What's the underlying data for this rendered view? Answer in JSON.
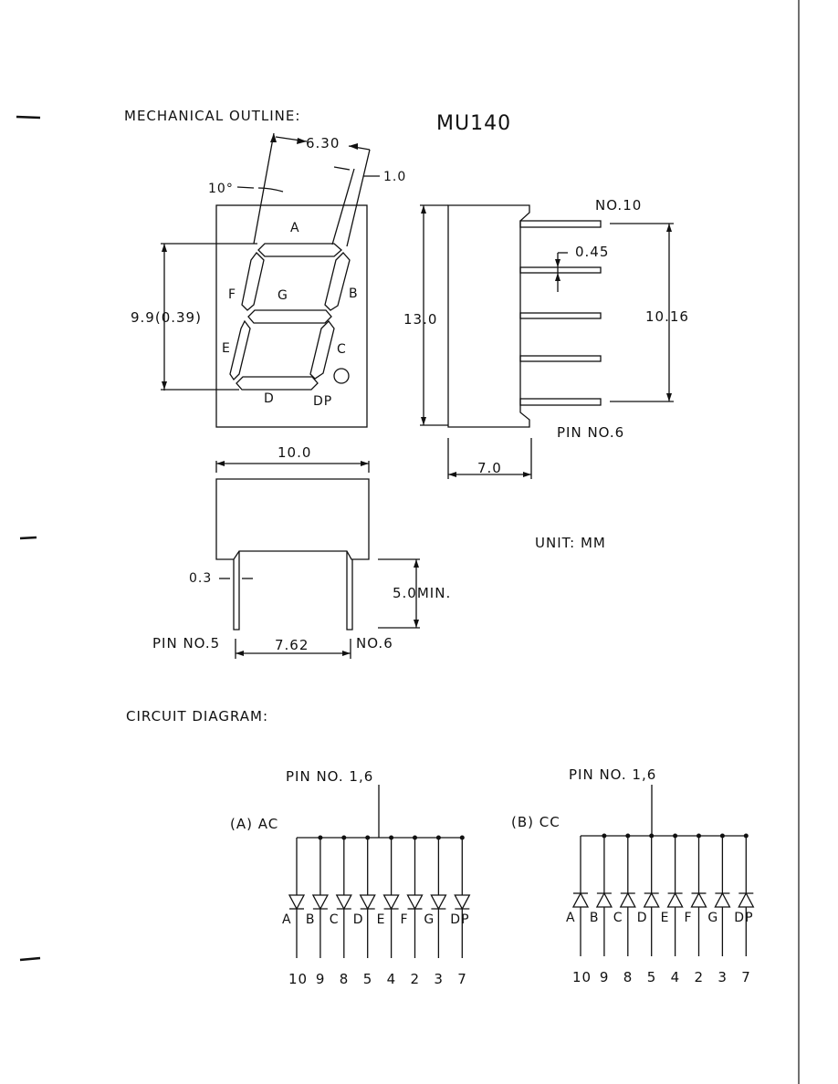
{
  "headings": {
    "mechanical": "MECHANICAL OUTLINE:",
    "model": "MU140",
    "circuit": "CIRCUIT DIAGRAM:",
    "unit": "UNIT: MM"
  },
  "dimensions": {
    "top_width": "6.30",
    "seg_width": "1.0",
    "angle": "10°",
    "char_height": "9.9(0.39)",
    "body_height": "13.0",
    "pin_pitch_span": "10.16",
    "pin_thickness": "0.45",
    "side_depth": "7.0",
    "body_width": "10.0",
    "pin_width": "0.3",
    "pin_length": "5.0MIN.",
    "row_spacing": "7.62"
  },
  "pins": {
    "no10": "NO.10",
    "no6": "PIN NO.6",
    "no5": "PIN NO.5",
    "no6b": "NO.6"
  },
  "segments": [
    "A",
    "B",
    "C",
    "D",
    "E",
    "F",
    "G",
    "DP"
  ],
  "circuits": [
    {
      "title": "(A) AC",
      "common": "PIN NO. 1,6",
      "labels": [
        "A",
        "B",
        "C",
        "D",
        "E",
        "F",
        "G",
        "DP"
      ],
      "pins": [
        "10",
        "9",
        "8",
        "5",
        "4",
        "2",
        "3",
        "7"
      ]
    },
    {
      "title": "(B) CC",
      "common": "PIN NO. 1,6",
      "labels": [
        "A",
        "B",
        "C",
        "D",
        "E",
        "F",
        "G",
        "DP"
      ],
      "pins": [
        "10",
        "9",
        "8",
        "5",
        "4",
        "2",
        "3",
        "7"
      ]
    }
  ]
}
